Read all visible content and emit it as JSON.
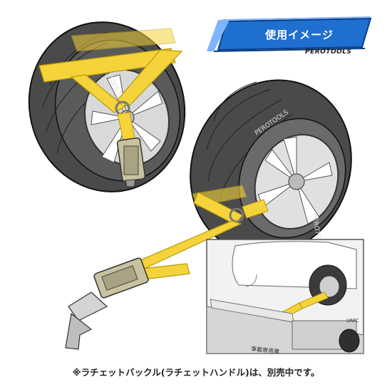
{
  "badge": {
    "title": "使用イメージ",
    "brand": "PEROTOOLS"
  },
  "tire_brand": "PEROTOOLS",
  "inset": {
    "truck_label": "車載専用車",
    "crane_brand": "UNIC"
  },
  "caption": "※ラチェットバックル(ラチェットハンドル)は、別売中です。",
  "colors": {
    "strap": "#f5d33b",
    "tire": "#3a3a3a",
    "badge_blue": "#1f6fd1"
  }
}
